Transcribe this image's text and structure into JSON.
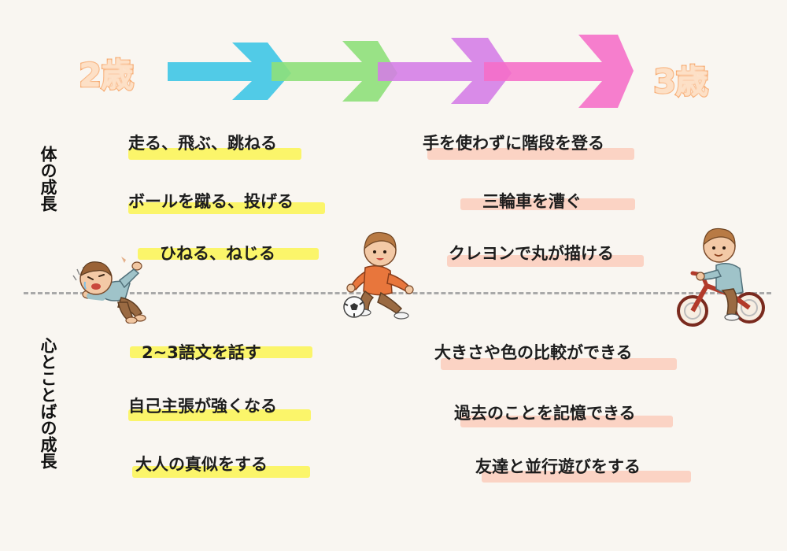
{
  "ages": {
    "start": "2歳",
    "end": "3歳"
  },
  "arrow_colors": [
    "#3ec6e6",
    "#8ee07a",
    "#d47ce6",
    "#f56dc7"
  ],
  "highlight_colors": {
    "yellow": "#fbf56a",
    "peach": "#fbd3c4"
  },
  "sections": {
    "body": {
      "label": "体の成長",
      "left_items": [
        "走る、飛ぶ、跳ねる",
        "ボールを蹴る、投げる",
        "ひねる、ねじる"
      ],
      "right_items": [
        "手を使わずに階段を登る",
        "三輪車を漕ぐ",
        "クレヨンで丸が描ける"
      ]
    },
    "mind": {
      "label": "心とことばの成長",
      "left_items": [
        "2~3語文を話す",
        "自己主張が強くなる",
        "大人の真似をする"
      ],
      "right_items": [
        "大きさや色の比較ができる",
        "過去のことを記憶できる",
        "友達と並行遊びをする"
      ]
    }
  },
  "illustrations": {
    "left": "tantrum-child-icon",
    "middle": "soccer-child-icon",
    "right": "balance-bike-child-icon"
  }
}
